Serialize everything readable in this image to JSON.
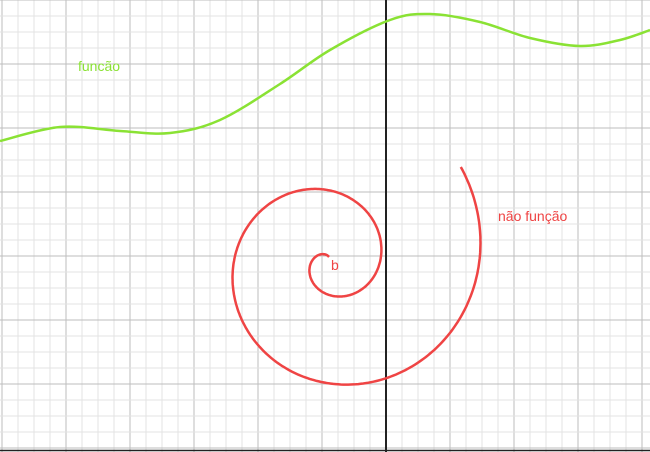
{
  "labels": {
    "wave": "funcão",
    "spiral": "não função",
    "point": "b"
  },
  "colors": {
    "wave": "#8ae234",
    "spiral": "#ef4444",
    "axis": "#222222",
    "grid_minor": "#e3e3e3",
    "grid_major": "#bdbdbd"
  }
}
